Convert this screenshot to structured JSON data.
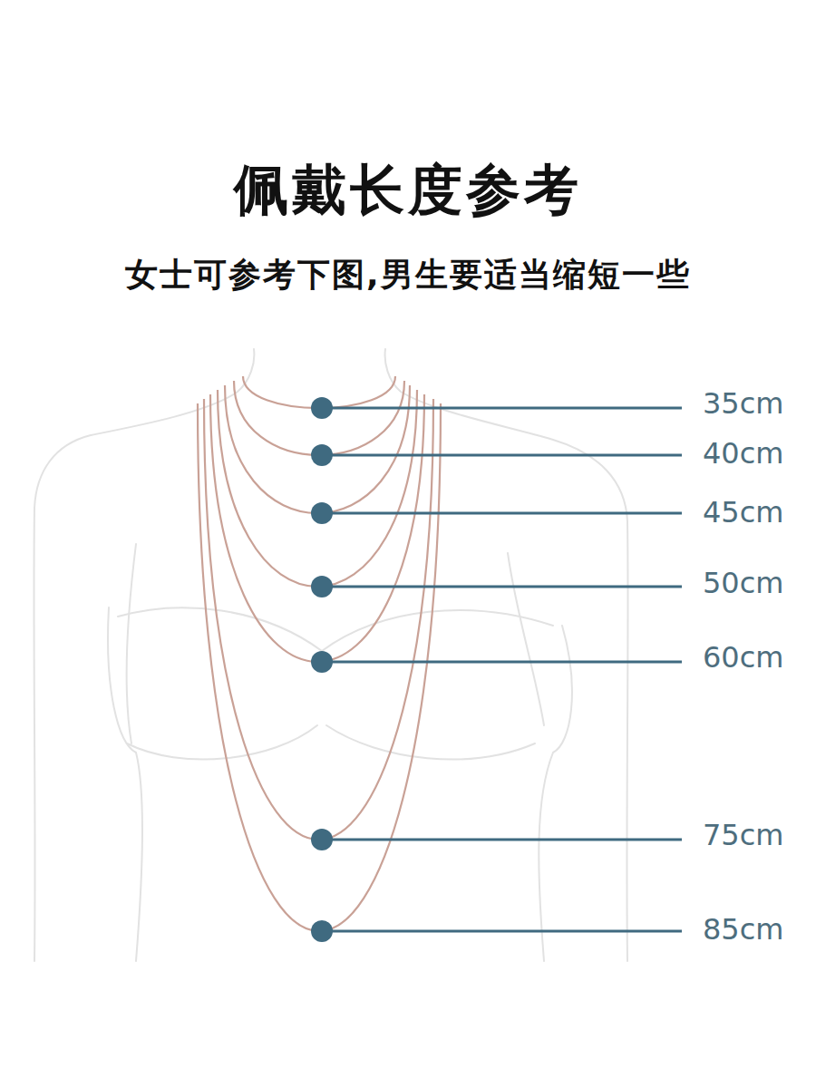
{
  "diagram": {
    "title": "佩戴长度参考",
    "caption": "女士可参考下图,男生要适当缩短一些",
    "labels": [
      "35cm",
      "40cm",
      "45cm",
      "50cm",
      "60cm",
      "75cm",
      "85cm"
    ]
  }
}
